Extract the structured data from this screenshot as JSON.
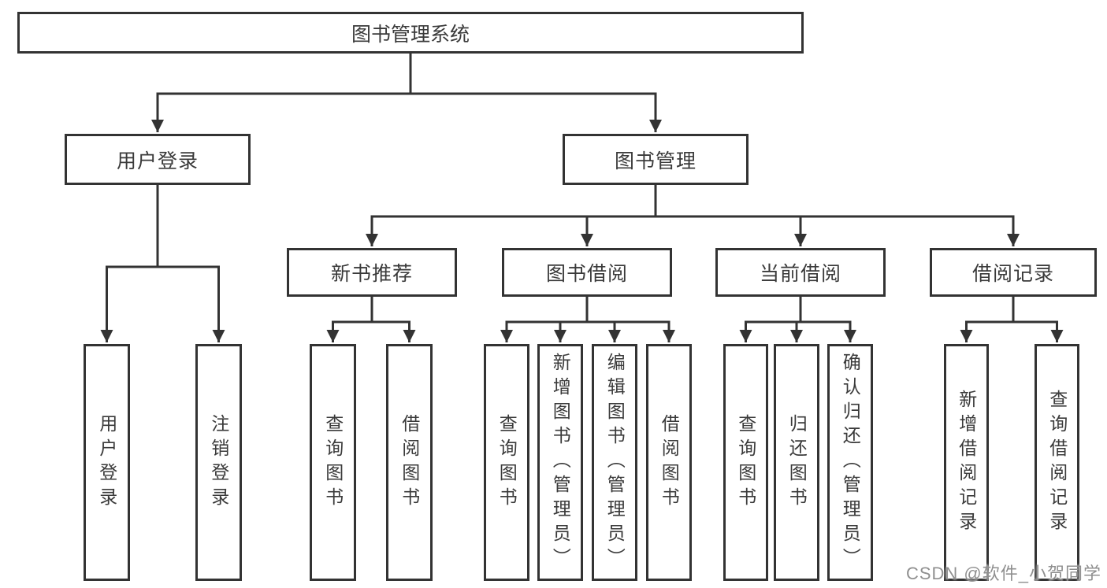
{
  "diagram": {
    "root": {
      "label": "图书管理系统"
    },
    "branches": {
      "user_login": {
        "label": "用户登录",
        "children": {
          "login": "用户登录",
          "logout": "注销登录"
        }
      },
      "book_mgmt": {
        "label": "图书管理",
        "children": {
          "new_book_rec": {
            "label": "新书推荐",
            "children": {
              "query_book": "查询图书",
              "borrow_book": "借阅图书"
            }
          },
          "book_borrow": {
            "label": "图书借阅",
            "children": {
              "query_book": "查询图书",
              "add_book": "新增图书（管理员）",
              "edit_book": "编辑图书（管理员）",
              "borrow_book": "借阅图书"
            }
          },
          "current_borrow": {
            "label": "当前借阅",
            "children": {
              "query_book": "查询图书",
              "return_book": "归还图书",
              "confirm_return": "确认归还（管理员）"
            }
          },
          "borrow_record": {
            "label": "借阅记录",
            "children": {
              "add_record": "新增借阅记录",
              "query_record": "查询借阅记录"
            }
          }
        }
      }
    }
  },
  "colors": {
    "line": "#333333",
    "text": "#3a3a3a",
    "watermark": "#8f8f8f",
    "background": "#ffffff"
  },
  "watermark": "CSDN @软件_小贺同学"
}
